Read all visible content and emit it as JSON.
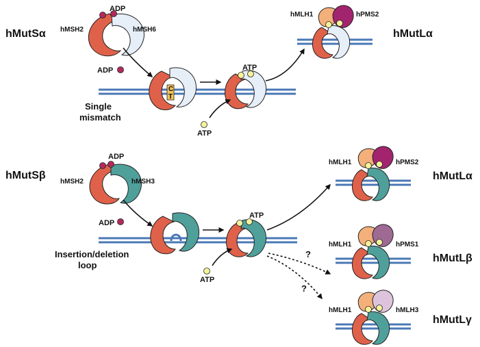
{
  "top": {
    "complex": "hMutSα",
    "msh_left": "hMSH2",
    "msh_right": "hMSH6",
    "adp_bound": "ADP",
    "adp_released": "ADP",
    "mismatch_bases": [
      "C",
      "T"
    ],
    "atp_bound": "ATP",
    "atp_free": "ATP",
    "substrate": [
      "Single",
      "mismatch"
    ],
    "mlh_left": "hMLH1",
    "mlh_right": "hPMS2",
    "mutl": "hMutLα"
  },
  "bottom": {
    "complex": "hMutSβ",
    "msh_left": "hMSH2",
    "msh_right": "hMSH3",
    "adp_bound": "ADP",
    "adp_released": "ADP",
    "atp_bound": "ATP",
    "atp_free": "ATP",
    "substrate": [
      "Insertion/deletion",
      "loop"
    ],
    "question_marks": [
      "?",
      "?"
    ],
    "products": [
      {
        "mlh_left": "hMLH1",
        "mlh_right": "hPMS2",
        "mutl": "hMutLα"
      },
      {
        "mlh_left": "hMLH1",
        "mlh_right": "hPMS1",
        "mutl": "hMutLβ"
      },
      {
        "mlh_left": "hMLH1",
        "mlh_right": "hMLH3",
        "mutl": "hMutLγ"
      }
    ]
  },
  "colors": {
    "msh2": "#e0614a",
    "msh6": "#e6eef8",
    "msh3": "#4fa09b",
    "mlh1": "#f3b07a",
    "pms2": "#a3246e",
    "pms1": "#9e6a93",
    "mlh3": "#ddc4dc",
    "dna": "#4a78b5",
    "adp": "#b22a5c",
    "atp": "#f4f29a",
    "mismatch": "#f2c35a"
  }
}
